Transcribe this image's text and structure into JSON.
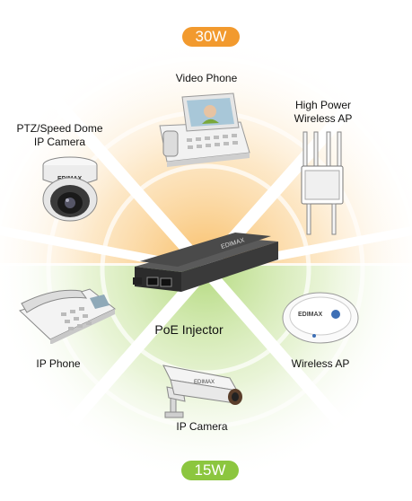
{
  "power": {
    "high": "30W",
    "low": "15W"
  },
  "center": {
    "label": "PoE Injector"
  },
  "devices": {
    "video_phone": "Video Phone",
    "high_power_ap": [
      "High Power",
      "Wireless AP"
    ],
    "ptz_camera": [
      "PTZ/Speed Dome",
      "IP Camera"
    ],
    "ip_phone": "IP Phone",
    "wireless_ap": "Wireless AP",
    "ip_camera": "IP Camera"
  },
  "logos": {
    "brand": "EDIMAX"
  },
  "colors": {
    "orange": "#f29a2e",
    "green": "#8cc63f",
    "device_dark": "#2a2a2a"
  }
}
